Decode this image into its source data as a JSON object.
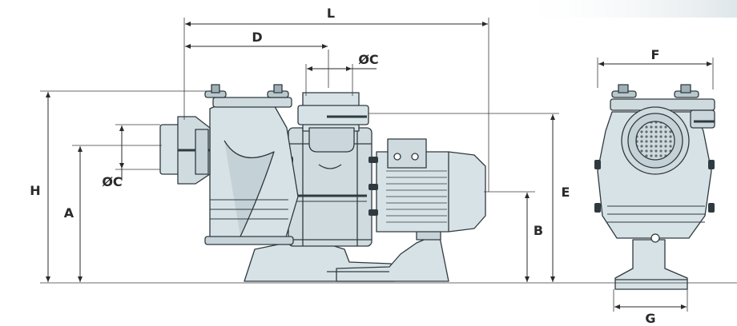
{
  "labels": {
    "L": "L",
    "D": "D",
    "C_top": "ØC",
    "C_left": "ØC",
    "H": "H",
    "A": "A",
    "B": "B",
    "E": "E",
    "F": "F",
    "G": "G"
  },
  "colors": {
    "body": "#d7e2e6",
    "body_dark": "#b9c8cd",
    "outline": "#2f3a40",
    "dimension": "#2a2a2a",
    "grille": "#5d6d74"
  }
}
